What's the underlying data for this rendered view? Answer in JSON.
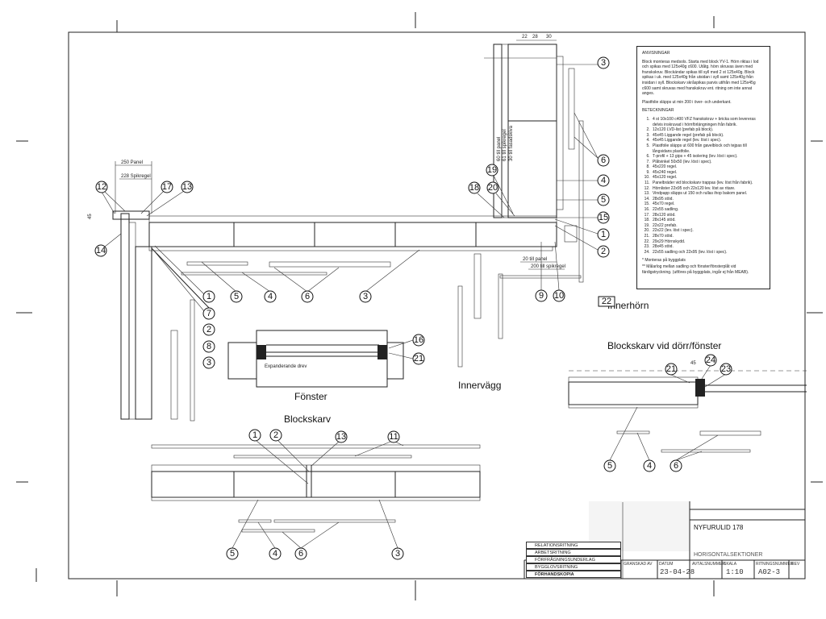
{
  "notes": {
    "heading1": "ANVISNINGAR",
    "instructions": "Block monteras medsols. Starta med block YV-1. Hörn riktas i lod och spikas med 125x40g c600. Utåtg. hörn skruvas även med franskskruv. Blockändar spikas till syll med 2 st 125x40g. Block spikas i uk. med 125x40g från utsidan i syll samt 125x40g från insidan i syll. Blockskarv skråspikas parvis utifrån med 125x45g c600 samt skruvas med franskskruv ent. ritning om inte annat anges.",
    "plastic": "Plastfolie släpps ut min 200 i över- och underkant.",
    "heading2": "BETECKNINGAR",
    "items": [
      "4 st 10x100 c400 VFZ franskskruv + bricka som levereras delvis inskruvad i hörnförlängningen från fabrik.",
      "12x120 LVD-list (prefab på block).",
      "45x45 Liggande regel (prefab på block).",
      "45x45 Liggande regel (lev. löst i spec).",
      "Plastfolie släpps ut 600 från gavelblock och tejpas till långsidans plastfolie.",
      "T-profil + 13 gips + 45 isolering (lev. löst i spec).",
      "Plåtvinkel 50x50 (lev. löst i spec).",
      "45x220 regel.",
      "45x240 regel.",
      "45x120 regel.",
      "Panelbräder vid blockskarv trappas (lev. löst från fabrik).",
      "Hörnlister 22x95 och 22x120 lev. löst av ritare.",
      "Vindpapp släpps ut 150 och rullas ihop bakom panel.",
      "28x95 stöd.",
      "45x70 regel.",
      "22x55 sadling.",
      "28x120 stöd.",
      "28x145 stöd.",
      "22x22 prefab.",
      "22x22 (lev. löst i spec).",
      "28x70 stöd.",
      "29x29 Hörnskydd.",
      "28x45 stöd.",
      "22x55 sadling och 22x95 (lev. löst i spec)."
    ],
    "footnote1": "* Monteras på byggplats",
    "footnote2": "** Målarlog mellan sadling och fönster/fönsterplåt vid färdigstryckning. (utföres på byggplats, ingår ej från MEAB)."
  },
  "labels": {
    "innerhorn": "Innerhörn",
    "blockskarv_door": "Blockskarv vid dörr/fönster",
    "fonster": "Fönster",
    "innervagg": "Innervägg",
    "blockskarv": "Blockskarv",
    "expanderande": "Expanderande drev"
  },
  "dimensions": {
    "panel_250": "250 Panel",
    "spikregel_228": "228 Spikregel",
    "d22": "22",
    "d28": "28",
    "d30": "30",
    "till_panel_60": "60 till panel",
    "till_spikregel_61": "61 till spikregel",
    "till_fasadskiva_30": "30 till fasadskiva",
    "till_panel_20": "20 till panel",
    "till_spikregel_200": "200 till spikregel",
    "d45": "45",
    "d45b": "45"
  },
  "callouts": {
    "tl": [
      "12",
      "17",
      "13",
      "14"
    ],
    "main": [
      "1",
      "7",
      "2",
      "8",
      "3",
      "5",
      "4",
      "6",
      "3"
    ],
    "right": [
      "3",
      "6",
      "4",
      "5",
      "15",
      "1",
      "2",
      "19",
      "20",
      "18",
      "9",
      "10",
      "22"
    ],
    "window": [
      "16",
      "21"
    ],
    "blockskarv": [
      "1",
      "2",
      "13",
      "11",
      "5",
      "4",
      "6",
      "3"
    ],
    "door": [
      "21",
      "24",
      "23",
      "5",
      "4",
      "6"
    ]
  },
  "title_block": {
    "status": [
      "RELATIONSRITNING",
      "ARBETSRITNING",
      "FÖRFRÅGNINGSUNDERLAG",
      "BYGGLOVSRITNING",
      "FÖRHANDSKOPIA"
    ],
    "project": "NYFURULID 178",
    "drawing_title": "HORISONTALSEKTIONER",
    "granskad_label": "GRANSKAD AV",
    "datum_label": "DATUM",
    "datum": "23-04-28",
    "avtal_label": "AVTALSNUMMER",
    "skala_label": "SKALA",
    "skala": "1:10",
    "ritning_label": "RITNINGSNUMMER",
    "ritning": "A02-3",
    "rev_label": "REV"
  }
}
